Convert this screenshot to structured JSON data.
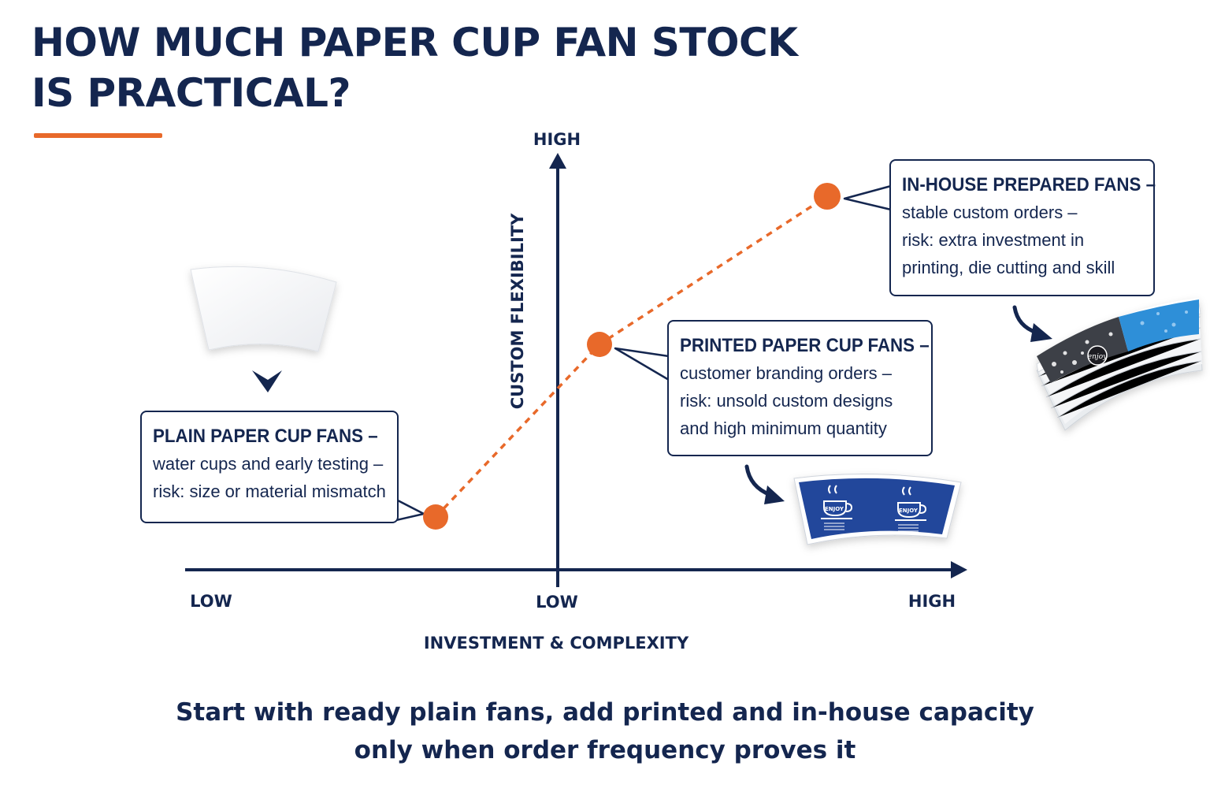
{
  "title": {
    "line1": "HOW MUCH PAPER CUP FAN STOCK",
    "line2": "IS PRACTICAL?"
  },
  "axes": {
    "y_high": "HIGH",
    "y_label": "CUSTOM FLEXIBILITY",
    "x_low_left": "LOW",
    "x_low_center": "LOW",
    "x_high": "HIGH",
    "x_label": "INVESTMENT & COMPLEXITY"
  },
  "stages": [
    {
      "heading": "PLAIN PAPER CUP FANS –",
      "use": "water cups and early testing –",
      "risk": "risk: size or material mismatch"
    },
    {
      "heading": "PRINTED PAPER CUP FANS –",
      "use": "customer branding orders –",
      "risk1": "risk: unsold custom designs",
      "risk2": "and high minimum quantity"
    },
    {
      "heading": "IN-HOUSE PREPARED FANS –",
      "use": "stable custom orders –",
      "risk1": "risk: extra investment in",
      "risk2": "printing, die cutting and skill"
    }
  ],
  "illustrations": {
    "printed_fan_text": "ENJOY",
    "stack_fan_text": "enjoy"
  },
  "footer": {
    "line1": "Start with ready plain fans, add printed and in-house capacity",
    "line2": "only when order frequency proves it"
  },
  "colors": {
    "navy": "#14264f",
    "orange": "#e8692a",
    "printed_fan_blue": "#24479b",
    "stack_blue": "#2f8fd8"
  }
}
